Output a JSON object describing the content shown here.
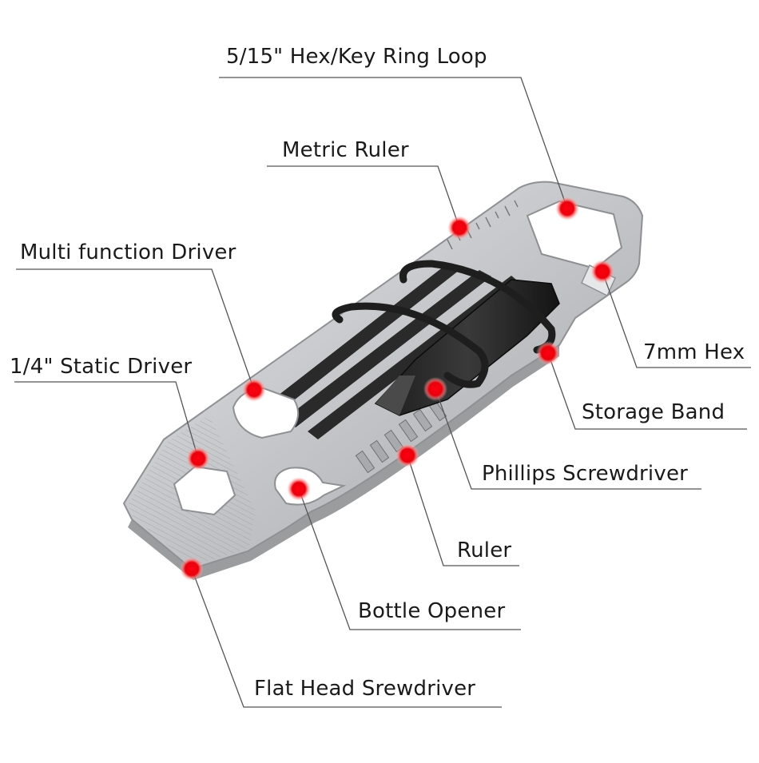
{
  "colors": {
    "steel": "#c9cacc",
    "steel_dark": "#8e9093",
    "band": "#222222",
    "marker": "#e8000b",
    "marker_glow": "#ff9a9a",
    "leader": "#555555",
    "text": "#1a1a1a"
  },
  "labels": {
    "hex_key_ring": "5/15\" Hex/Key Ring Loop",
    "metric_ruler": "Metric Ruler",
    "multi_driver": "Multi function Driver",
    "static_driver": "1/4\" Static Driver",
    "hex_7mm": "7mm Hex",
    "storage_band": "Storage Band",
    "phillips": "Phillips Screwdriver",
    "ruler": "Ruler",
    "bottle_opener": "Bottle Opener",
    "flat_head": "Flat Head Srewdriver"
  }
}
